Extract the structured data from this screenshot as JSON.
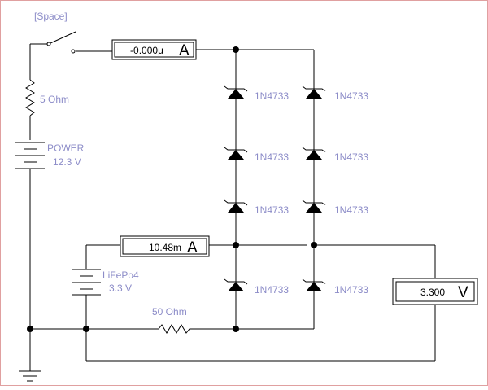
{
  "switch": {
    "label": "[Space]"
  },
  "resistor_top": {
    "label": "5  Ohm"
  },
  "battery_power": {
    "name": "POWER",
    "voltage": "12.3 V"
  },
  "battery_lifepo4": {
    "name": "LiFePo4",
    "voltage": "3.3 V"
  },
  "resistor_bottom": {
    "label": "50  Ohm"
  },
  "ammeter_top": {
    "value": "-0.000µ",
    "unit": "A"
  },
  "ammeter_mid": {
    "value": "10.48m",
    "unit": "A"
  },
  "voltmeter": {
    "value": "3.300",
    "unit": "V"
  },
  "diodes": {
    "left": [
      "1N4733",
      "1N4733",
      "1N4733",
      "1N4733"
    ],
    "right": [
      "1N4733",
      "1N4733",
      "1N4733",
      "1N4733"
    ]
  },
  "colors": {
    "wire": "#000000",
    "label": "#8c8cc8",
    "border": "#e0a0a0"
  }
}
